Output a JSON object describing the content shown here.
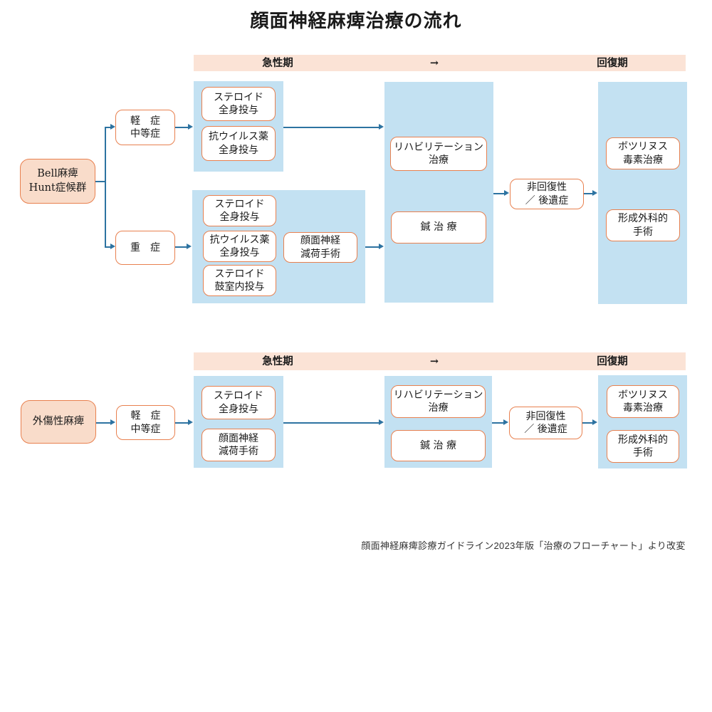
{
  "title": "顔面神経麻痺治療の流れ",
  "footer": "顔面神経麻痺診療ガイドライン2023年版「治療のフローチャート」より改変",
  "colors": {
    "band": "#fbe3d6",
    "boxfill": "#f9dcca",
    "border": "#e8804f",
    "blue": "#c3e1f2",
    "line": "#2d73a1"
  },
  "band": {
    "acute": "急性期",
    "arrow": "→",
    "recovery": "回復期"
  },
  "chart1": {
    "source": "Bell麻痺\nHunt症候群",
    "mild": "軽　症\n中等症",
    "severe": "重　症",
    "mild_tx1": "ステロイド\n全身投与",
    "mild_tx2": "抗ウイルス薬\n全身投与",
    "severe_tx1": "ステロイド\n全身投与",
    "severe_tx2": "抗ウイルス薬\n全身投与",
    "severe_tx3": "ステロイド\n鼓室内投与",
    "severe_tx4": "顔面神経\n減荷手術",
    "rehab": "リハビリテーション\n治療",
    "acupuncture": "鍼 治 療",
    "nonrecovery": "非回復性\n／ 後遺症",
    "botox": "ボツリヌス\n毒素治療",
    "plastic": "形成外科的\n手術"
  },
  "chart2": {
    "source": "外傷性麻痺",
    "mild": "軽　症\n中等症",
    "tx1": "ステロイド\n全身投与",
    "tx2": "顔面神経\n減荷手術",
    "rehab": "リハビリテーション\n治療",
    "acupuncture": "鍼 治 療",
    "nonrecovery": "非回復性\n／ 後遺症",
    "botox": "ボツリヌス\n毒素治療",
    "plastic": "形成外科的\n手術"
  }
}
